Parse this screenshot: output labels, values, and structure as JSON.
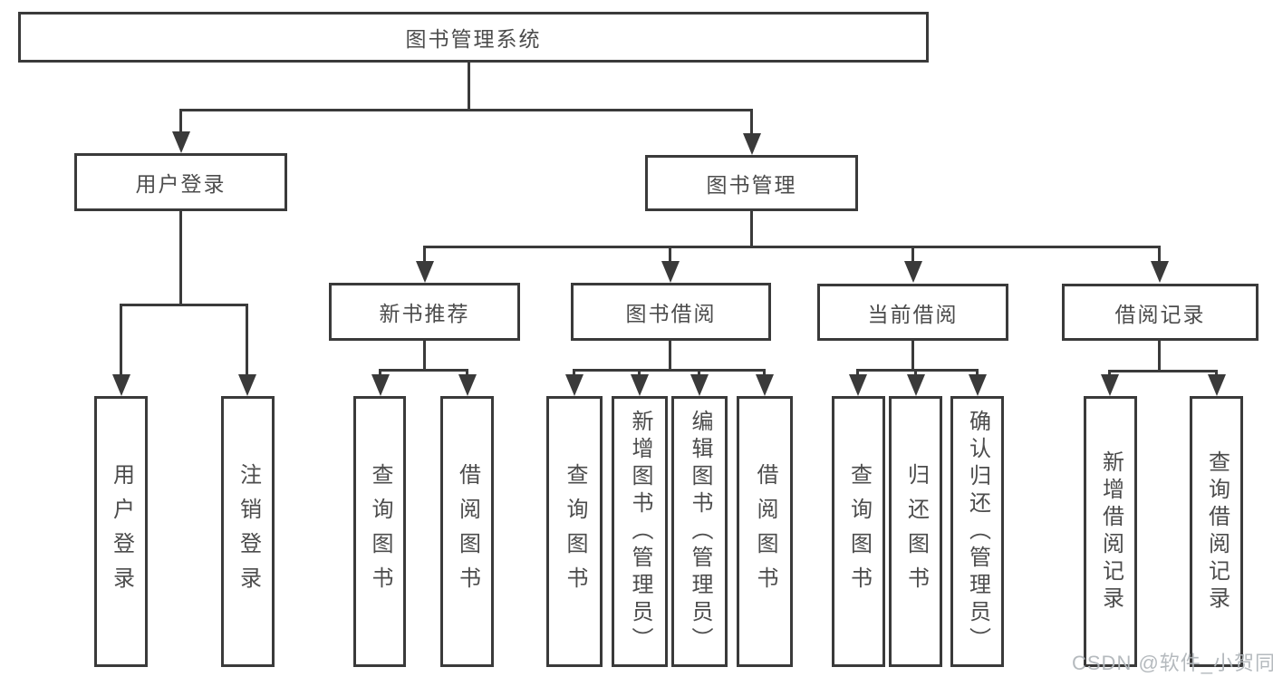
{
  "colors": {
    "line": "#3a3a3a",
    "text": "#4c4c4c",
    "watermark": "#b1b6bb"
  },
  "tree": {
    "root": {
      "label": "图书管理系统"
    },
    "level2": [
      {
        "label": "用户登录"
      },
      {
        "label": "图书管理"
      }
    ],
    "level3": [
      {
        "label": "新书推荐"
      },
      {
        "label": "图书借阅"
      },
      {
        "label": "当前借阅"
      },
      {
        "label": "借阅记录"
      }
    ],
    "leaves": {
      "user_login": [
        "用户登录",
        "注销登录"
      ],
      "new_books": [
        "查询图书",
        "借阅图书"
      ],
      "book_borrow": [
        "查询图书",
        "新增图书（管理员）",
        "编辑图书（管理员）",
        "借阅图书"
      ],
      "current_borrow": [
        "查询图书",
        "归还图书",
        "确认归还（管理员）"
      ],
      "borrow_records": [
        "新增借阅记录",
        "查询借阅记录"
      ]
    }
  },
  "watermark": {
    "text": "CSDN @软件_小贺同学"
  }
}
